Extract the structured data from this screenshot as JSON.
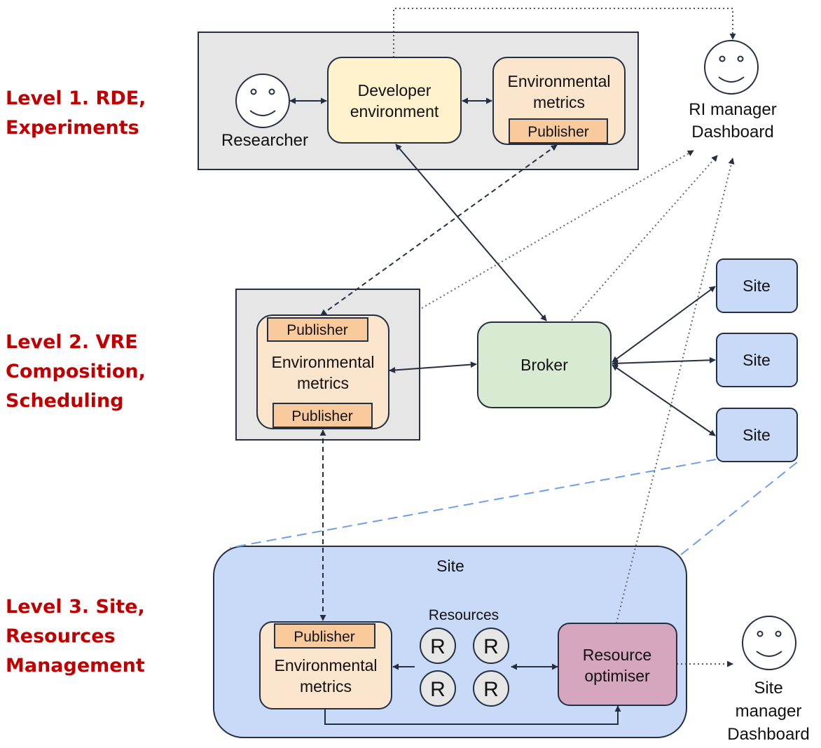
{
  "levels": {
    "level1": "Level 1. RDE,\nExperiments",
    "level2": "Level 2. VRE\nComposition,\nScheduling",
    "level3": "Level 3. Site,\nResources\nManagement"
  },
  "level1": {
    "researcher": "Researcher",
    "developer_environment": [
      "Developer",
      "environment"
    ],
    "env_metrics": [
      "Environmental",
      "metrics"
    ],
    "publisher": "Publisher"
  },
  "ri_manager": [
    "RI manager",
    "Dashboard"
  ],
  "level2": {
    "publisher_top": "Publisher",
    "env_metrics": [
      "Environmental",
      "metrics"
    ],
    "publisher_bottom": "Publisher",
    "broker": "Broker",
    "sites": [
      "Site",
      "Site",
      "Site"
    ]
  },
  "level3": {
    "site_title": "Site",
    "publisher": "Publisher",
    "env_metrics": [
      "Environmental",
      "metrics"
    ],
    "resources_label": "Resources",
    "resource_glyphs": [
      "R",
      "R",
      "R",
      "R"
    ],
    "resource_optimiser": [
      "Resource",
      "optimiser"
    ]
  },
  "site_manager": [
    "Site",
    "manager",
    "Dashboard"
  ],
  "colors": {
    "level_label": "#c00000",
    "container_gray": "#e6e6e6",
    "developer_env": "#fff2cc",
    "env_metrics": "#fce5cd",
    "publisher": "#f9cb9c",
    "broker": "#d9ead3",
    "site": "#c9daf8",
    "resource_optimiser": "#d5a6bd",
    "resource_circle": "#e6e6e6",
    "line": "#243042",
    "dashed_blue": "#6d9eeb"
  }
}
